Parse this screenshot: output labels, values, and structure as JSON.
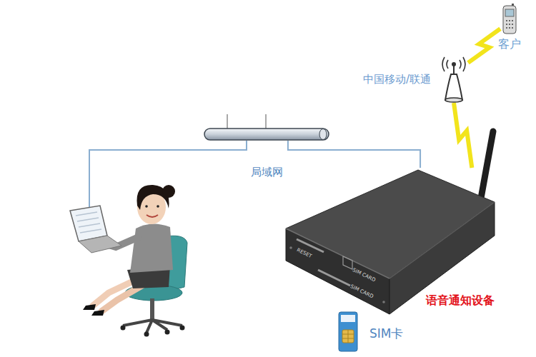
{
  "diagram": {
    "nodes": [
      {
        "text": [
          "客户"
        ]
      },
      {
        "text": [
          "中国移动/联通"
        ]
      },
      {
        "text": [
          "局域网"
        ]
      },
      {
        "text": [
          "语音通知设备"
        ]
      }
    ],
    "edges": [
      {
        "from": 0,
        "to": 1,
        "arrow": "none"
      },
      {
        "from": 1,
        "to": 3,
        "arrow": "none"
      },
      {
        "from": 2,
        "to": 3,
        "arrow": "none"
      }
    ],
    "labels": [
      "RESET",
      "SIM CARD",
      "SIM CARD",
      "SIM卡"
    ]
  }
}
